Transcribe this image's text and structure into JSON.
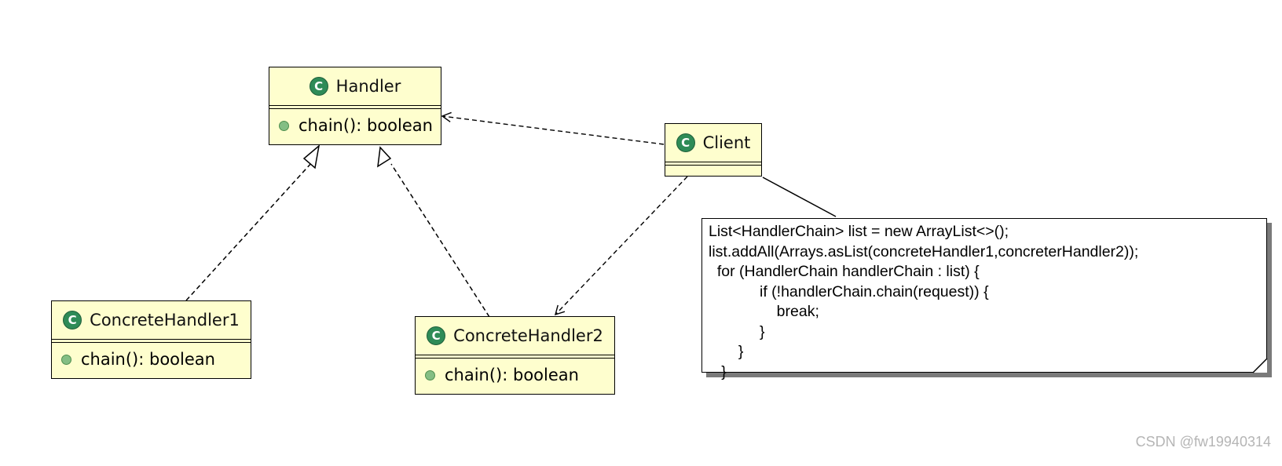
{
  "classes": {
    "handler": {
      "name": "Handler",
      "badge": "C",
      "method": "chain(): boolean"
    },
    "client": {
      "name": "Client",
      "badge": "C"
    },
    "concrete1": {
      "name": "ConcreteHandler1",
      "badge": "C",
      "method": "chain(): boolean"
    },
    "concrete2": {
      "name": "ConcreteHandler2",
      "badge": "C",
      "method": "chain(): boolean"
    }
  },
  "note": {
    "code": "List<HandlerChain> list = new ArrayList<>();\nlist.addAll(Arrays.asList(concreteHandler1,concreterHandler2));\n  for (HandlerChain handlerChain : list) {\n            if (!handlerChain.chain(request)) {\n                break;\n            }\n       }\n   }"
  },
  "watermark": "CSDN @fw19940314",
  "colors": {
    "class_fill": "#fefece",
    "badge": "#2e8b57",
    "method_dot": "#84be84",
    "note_shadow": "#7a7a7a"
  }
}
